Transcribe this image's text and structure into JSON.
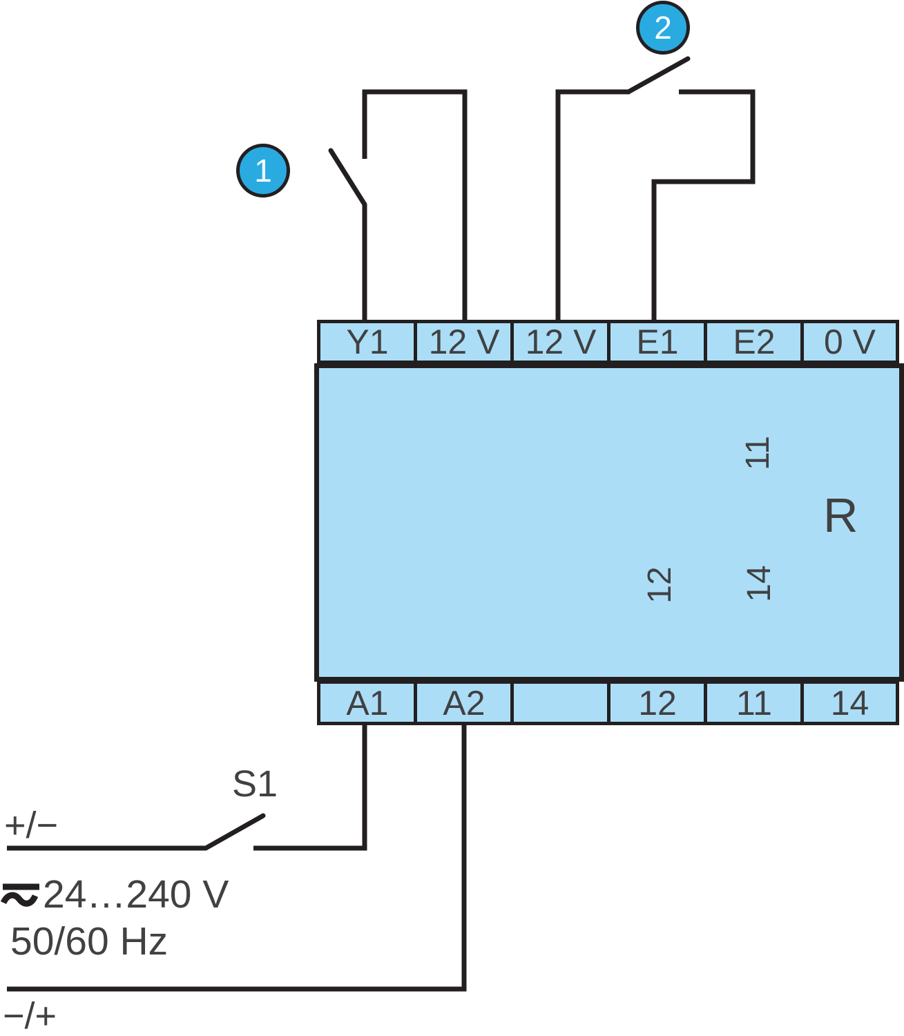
{
  "terminals": {
    "top": [
      "Y1",
      "12 V",
      "12 V",
      "E1",
      "E2",
      "0 V"
    ],
    "bottom": [
      "A1",
      "A2",
      "",
      "12",
      "11",
      "14"
    ]
  },
  "contact": {
    "common": "11",
    "nc": "12",
    "no": "14",
    "relay": "R"
  },
  "callouts": {
    "first": "1",
    "second": "2"
  },
  "power": {
    "switch": "S1",
    "input_polarity": "+/−",
    "voltage": "24…240 V",
    "frequency": "50/60 Hz",
    "return_polarity": "−/+"
  },
  "colors": {
    "fill": "#ABDEF6",
    "accent": "#29ABE2",
    "line": "#231F20",
    "text": "#414042"
  }
}
